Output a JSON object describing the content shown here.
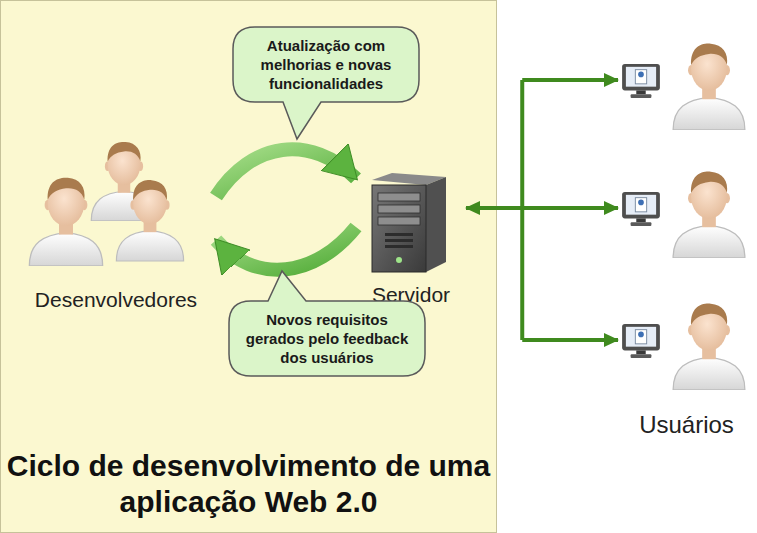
{
  "diagram": {
    "nodes": [
      {
        "text": [
          "Ciclo de desenvolvimento de uma aplicação Web 2.0"
        ]
      },
      {
        "text": [
          "Desenvolvedores"
        ],
        "in": 0
      },
      {
        "text": [
          "Atualização com melhorias e novas funcionalidades"
        ],
        "in": 0
      },
      {
        "text": [
          "Servidor"
        ],
        "in": 0
      },
      {
        "text": [
          "Novos requisitos gerados pelo feedback dos usuários"
        ],
        "in": 0
      },
      {
        "text": [
          "Usuários"
        ]
      }
    ],
    "edges": [
      {
        "from": 1,
        "to": 3,
        "arrow": "to"
      },
      {
        "from": 3,
        "to": 1,
        "arrow": "to"
      },
      {
        "from": 3,
        "to": 5,
        "arrow": "both"
      }
    ]
  }
}
